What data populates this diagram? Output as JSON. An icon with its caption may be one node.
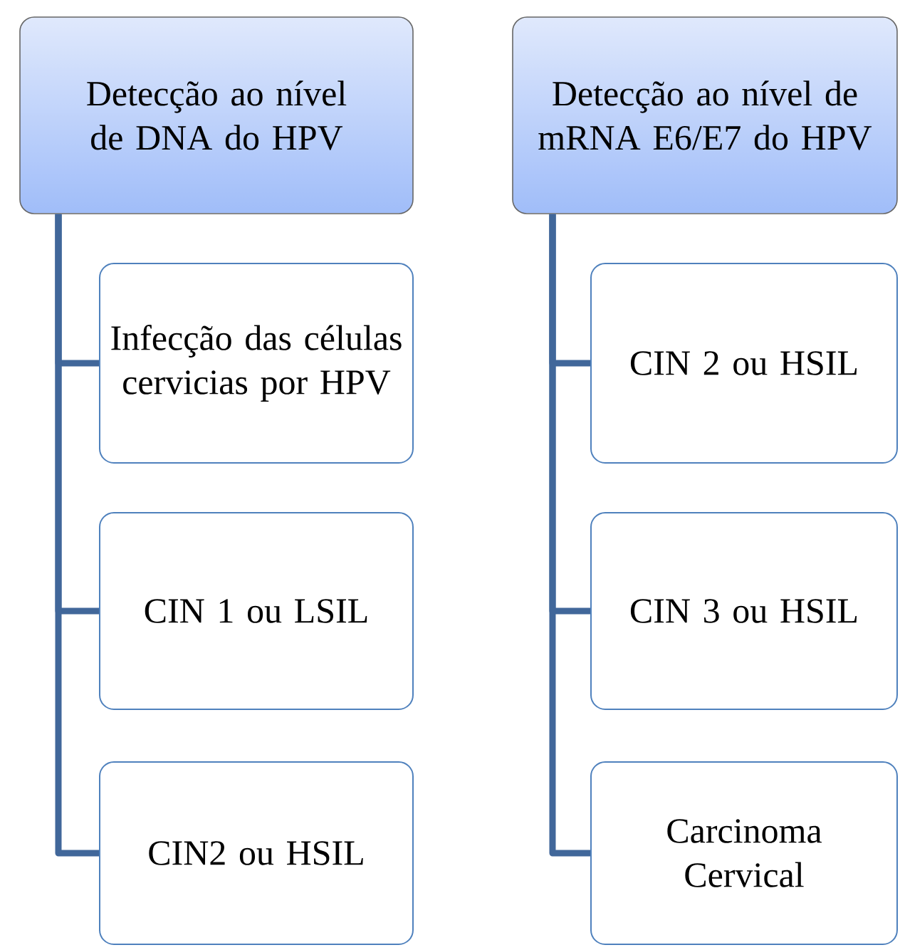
{
  "diagram": {
    "nodes": [
      {
        "text": [
          "Detecção ao nível de DNA do HPV"
        ]
      },
      {
        "text": [
          "Infecção das células cervicias por HPV"
        ]
      },
      {
        "text": [
          "CIN 1 ou LSIL"
        ]
      },
      {
        "text": [
          "CIN2 ou HSIL"
        ]
      },
      {
        "text": [
          "Detecção ao nível de mRNA E6/E7 do HPV"
        ]
      },
      {
        "text": [
          "CIN 2 ou HSIL"
        ]
      },
      {
        "text": [
          "CIN 3 ou HSIL"
        ]
      },
      {
        "text": [
          "Carcinoma Cervical"
        ]
      }
    ],
    "edges": [
      {
        "from": 0,
        "to": 1,
        "arrow": "none"
      },
      {
        "from": 0,
        "to": 2,
        "arrow": "none"
      },
      {
        "from": 0,
        "to": 3,
        "arrow": "none"
      },
      {
        "from": 4,
        "to": 5,
        "arrow": "none"
      },
      {
        "from": 4,
        "to": 6,
        "arrow": "none"
      },
      {
        "from": 4,
        "to": 7,
        "arrow": "none"
      }
    ]
  }
}
